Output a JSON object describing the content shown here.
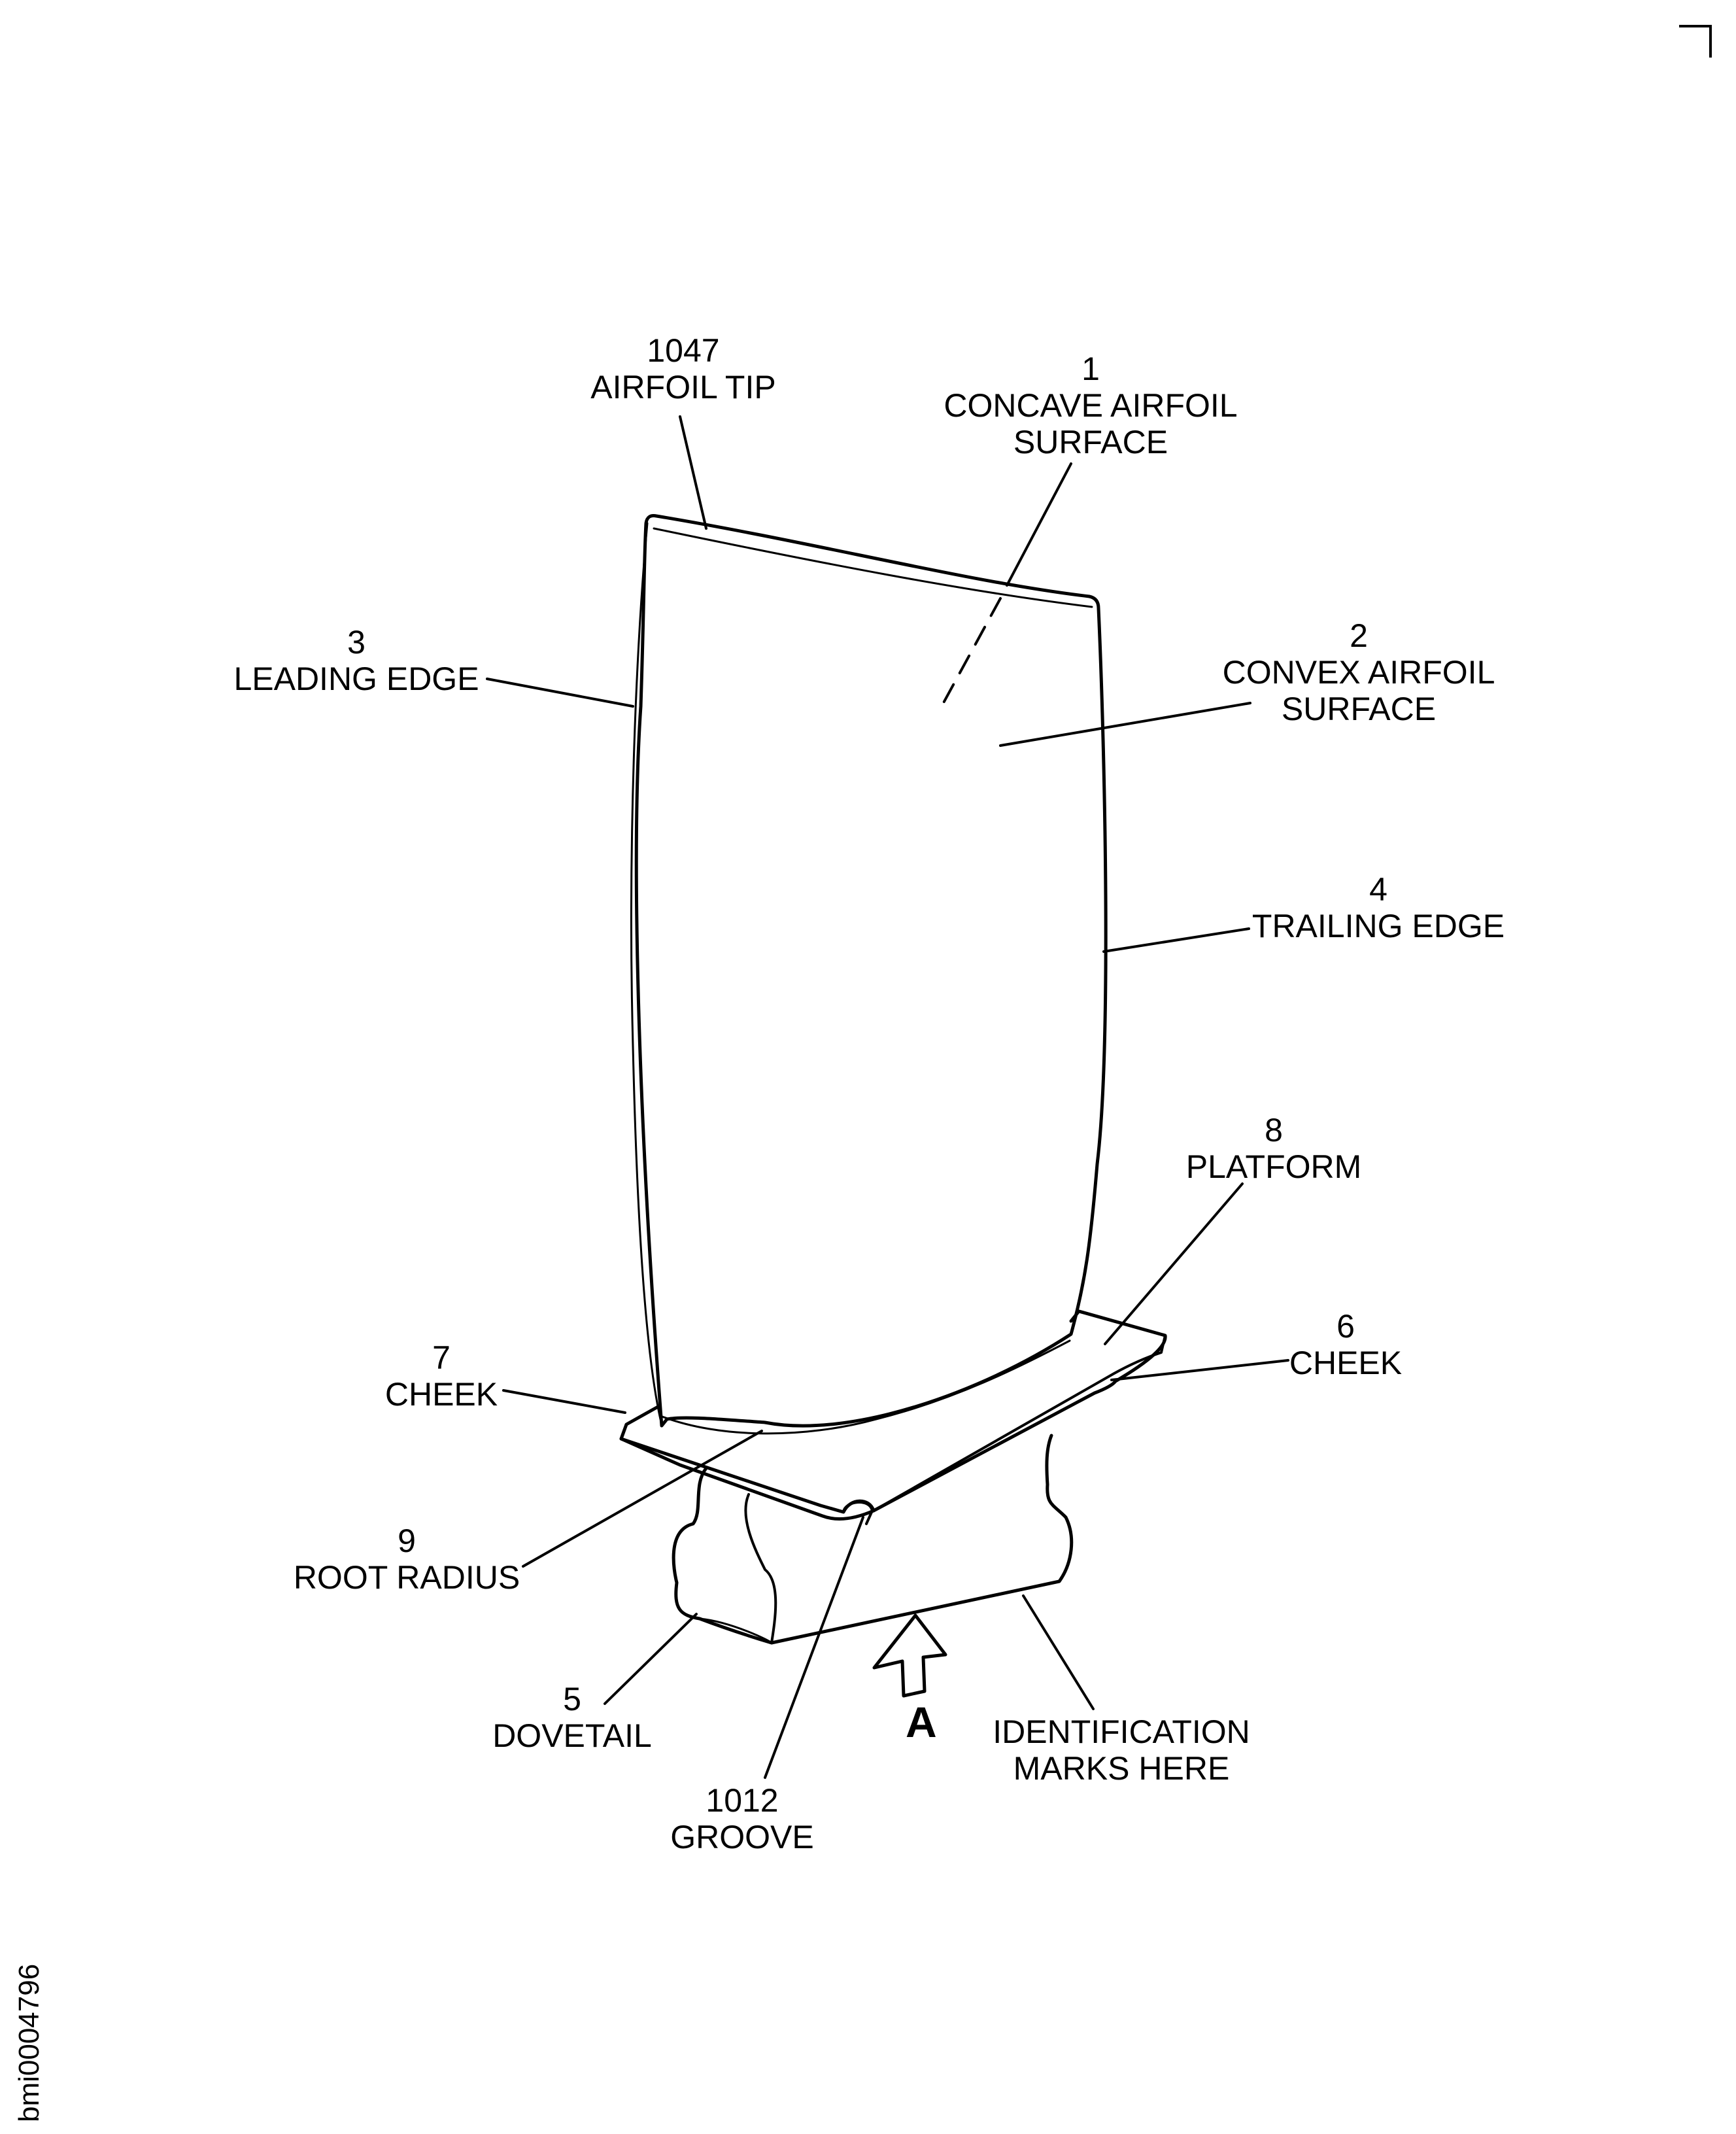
{
  "figure": {
    "id": "bmi0004796",
    "view_letter": "A"
  },
  "callouts": {
    "airfoil_tip": {
      "number": "1047",
      "text": "AIRFOIL TIP"
    },
    "concave_surface": {
      "number": "1",
      "line1": "CONCAVE AIRFOIL",
      "line2": "SURFACE"
    },
    "convex_surface": {
      "number": "2",
      "line1": "CONVEX AIRFOIL",
      "line2": "SURFACE"
    },
    "leading_edge": {
      "number": "3",
      "text": "LEADING EDGE"
    },
    "trailing_edge": {
      "number": "4",
      "text": "TRAILING EDGE"
    },
    "platform": {
      "number": "8",
      "text": "PLATFORM"
    },
    "cheek_right": {
      "number": "6",
      "text": "CHEEK"
    },
    "cheek_left": {
      "number": "7",
      "text": "CHEEK"
    },
    "root_radius": {
      "number": "9",
      "text": "ROOT RADIUS"
    },
    "dovetail": {
      "number": "5",
      "text": "DOVETAIL"
    },
    "groove": {
      "number": "1012",
      "text": "GROOVE"
    },
    "id_marks": {
      "line1": "IDENTIFICATION",
      "line2": "MARKS HERE"
    }
  }
}
